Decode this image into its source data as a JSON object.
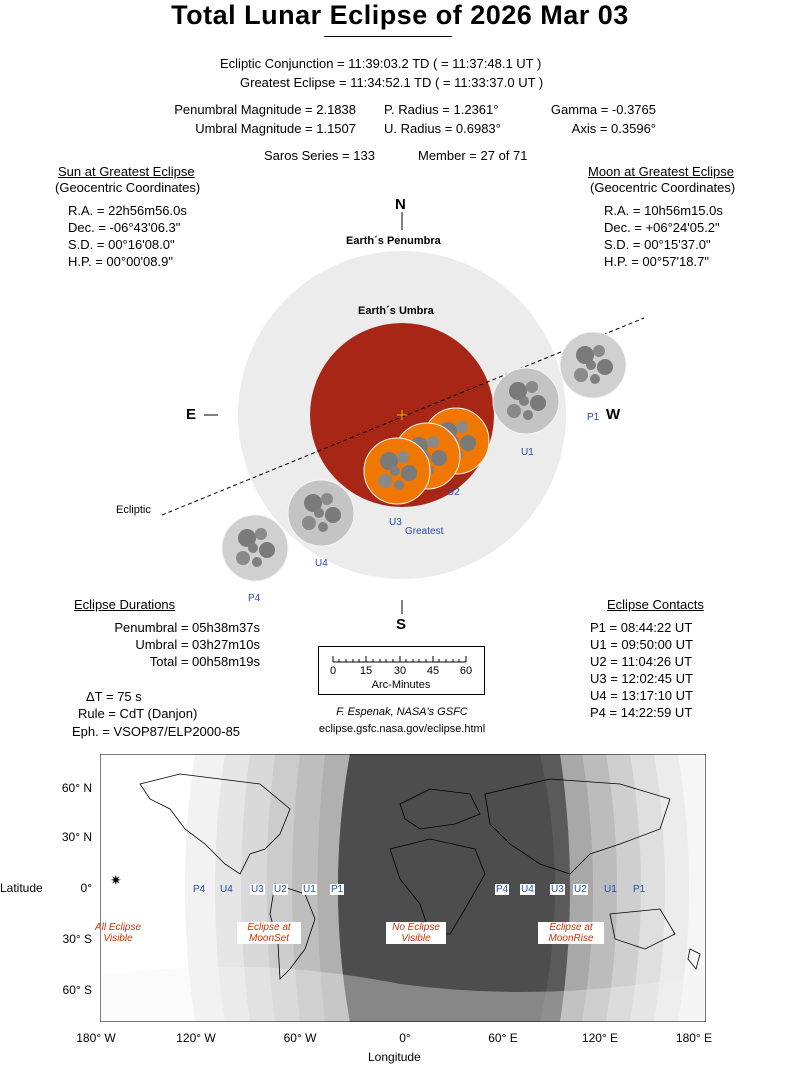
{
  "title": "Total Lunar Eclipse of  2026 Mar 03",
  "header": {
    "conjunction": "Ecliptic Conjunction = 11:39:03.2 TD   ( = 11:37:48.1 UT )",
    "greatest": "Greatest Eclipse = 11:34:52.1 TD   ( = 11:33:37.0 UT )",
    "pen_mag": "Penumbral Magnitude = 2.1838",
    "umb_mag": "Umbral Magnitude = 1.1507",
    "p_radius": "P. Radius = 1.2361°",
    "u_radius": "U. Radius = 0.6983°",
    "gamma": "Gamma = -0.3765",
    "axis": "Axis = 0.3596°",
    "saros": "Saros Series = 133",
    "member": "Member = 27 of 71"
  },
  "sun": {
    "heading": "Sun at Greatest Eclipse",
    "sub": "(Geocentric Coordinates)",
    "ra": "R.A. =  22h56m56.0s",
    "dec": "Dec. = -06°43'06.3\"",
    "sd": "S.D. =  00°16'08.0\"",
    "hp": "H.P. =  00°00'08.9\""
  },
  "moon": {
    "heading": "Moon at Greatest Eclipse",
    "sub": "(Geocentric Coordinates)",
    "ra": "R.A. =  10h56m15.0s",
    "dec": "Dec. = +06°24'05.2\"",
    "sd": "S.D. =  00°15'37.0\"",
    "hp": "H.P. =  00°57'18.7\""
  },
  "diagram": {
    "north": "N",
    "south": "S",
    "east": "E",
    "west": "W",
    "penumbra_label": "Earth´s Penumbra",
    "umbra_label": "Earth´s Umbra",
    "ecliptic_label": "Ecliptic",
    "contact_labels": [
      "P1",
      "U1",
      "U2",
      "U3",
      "U4",
      "P4"
    ],
    "greatest_label": "Greatest",
    "colors": {
      "penumbra": "#ececec",
      "umbra": "#a82616",
      "moon_eclipsed": "#f07800",
      "moon": "#c4c4c4"
    }
  },
  "durations": {
    "heading": "Eclipse Durations",
    "penumbral": "Penumbral = 05h38m37s",
    "umbral": "Umbral = 03h27m10s",
    "total": "Total = 00h58m19s"
  },
  "contacts": {
    "heading": "Eclipse Contacts",
    "items": [
      "P1 = 08:44:22 UT",
      "U1 = 09:50:00 UT",
      "U2 = 11:04:26 UT",
      "U3 = 12:02:45 UT",
      "U4 = 13:17:10 UT",
      "P4 = 14:22:59 UT"
    ]
  },
  "scale": {
    "ticks": [
      "0",
      "15",
      "30",
      "45",
      "60"
    ],
    "label": "Arc-Minutes"
  },
  "misc": {
    "delta_t": "ΔT =       75 s",
    "rule": "Rule = CdT (Danjon)",
    "eph": "Eph. = VSOP87/ELP2000-85",
    "credit": "F. Espenak, NASA's GSFC",
    "url": "eclipse.gsfc.nasa.gov/eclipse.html"
  },
  "map": {
    "ylabel": "Latitude",
    "xlabel": "Longitude",
    "lat_ticks": [
      "60° N",
      "30° N",
      "0°",
      "30° S",
      "60° S"
    ],
    "lon_ticks": [
      "180° W",
      "120° W",
      "60° W",
      "0°",
      "60° E",
      "120° E",
      "180° E"
    ],
    "curve_labels_left": [
      "P4",
      "U4",
      "U3",
      "U2",
      "U1",
      "P1"
    ],
    "curve_labels_right": [
      "P4",
      "U4",
      "U3",
      "U2",
      "U1",
      "P1"
    ],
    "region_all": "All Eclipse\nVisible",
    "region_set": "Eclipse at\nMoonSet",
    "region_none": "No Eclipse\nVisible",
    "region_rise": "Eclipse at\nMoonRise"
  }
}
